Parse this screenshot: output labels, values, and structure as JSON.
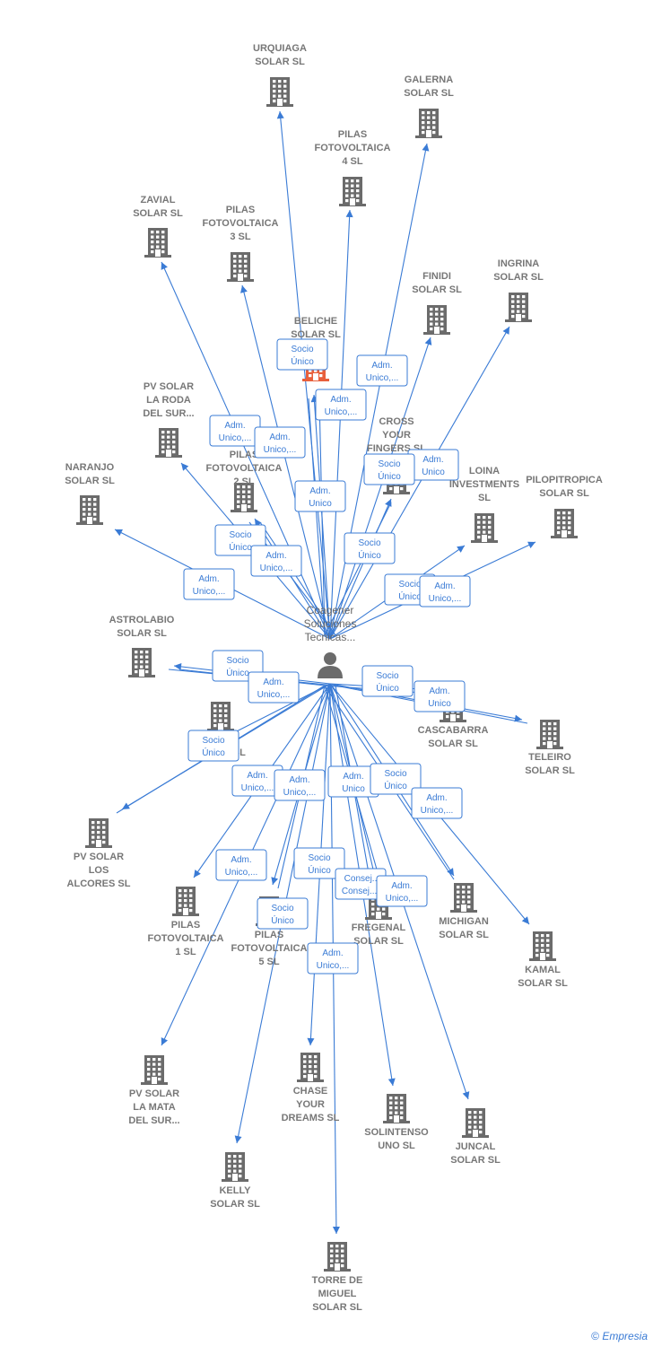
{
  "center": {
    "label_lines": [
      "Coagener",
      "Soluciones",
      "Tecnicas..."
    ],
    "icon": "person-icon"
  },
  "colors": {
    "edge": "#3a7bd5",
    "building": "#6b6b6b",
    "highlight": "#e8603c"
  },
  "nodes": [
    {
      "id": "urquiaga",
      "lines": [
        "URQUIAGA",
        "SOLAR  SL"
      ],
      "icon": "building-icon"
    },
    {
      "id": "galerna",
      "lines": [
        "GALERNA",
        "SOLAR  SL"
      ],
      "icon": "building-icon"
    },
    {
      "id": "pilas4",
      "lines": [
        "PILAS",
        "FOTOVOLTAICA",
        "4  SL"
      ],
      "icon": "building-icon"
    },
    {
      "id": "zavial",
      "lines": [
        "ZAVIAL",
        "SOLAR  SL"
      ],
      "icon": "building-icon"
    },
    {
      "id": "pilas3",
      "lines": [
        "PILAS",
        "FOTOVOLTAICA",
        "3  SL"
      ],
      "icon": "building-icon"
    },
    {
      "id": "finidi",
      "lines": [
        "FINIDI",
        "SOLAR  SL"
      ],
      "icon": "building-icon"
    },
    {
      "id": "ingrina",
      "lines": [
        "INGRINA",
        "SOLAR  SL"
      ],
      "icon": "building-icon"
    },
    {
      "id": "beliche",
      "lines": [
        "BELICHE",
        "SOLAR  SL"
      ],
      "icon": "building-icon",
      "highlight": true
    },
    {
      "id": "pvroda",
      "lines": [
        "PV SOLAR",
        "LA RODA",
        "DEL SUR..."
      ],
      "icon": "building-icon"
    },
    {
      "id": "cross",
      "lines": [
        "CROSS",
        "YOUR",
        "FINGERS  SL"
      ],
      "icon": "building-icon"
    },
    {
      "id": "pilas2",
      "lines": [
        "PILAS",
        "FOTOVOLTAICA",
        "2  SL"
      ],
      "icon": "building-icon"
    },
    {
      "id": "naranjo",
      "lines": [
        "NARANJO",
        "SOLAR  SL"
      ],
      "icon": "building-icon"
    },
    {
      "id": "loina",
      "lines": [
        "LOINA",
        "INVESTMENTS",
        "SL"
      ],
      "icon": "building-icon"
    },
    {
      "id": "pilopitropica",
      "lines": [
        "PILOPITROPICA",
        "SOLAR  SL"
      ],
      "icon": "building-icon"
    },
    {
      "id": "astrolabio",
      "lines": [
        "ASTROLABIO",
        "SOLAR  SL"
      ],
      "icon": "building-icon"
    },
    {
      "id": "palma",
      "lines": [
        "PALMA",
        "SOLAR  SL"
      ],
      "icon": "building-icon"
    },
    {
      "id": "cascabarra",
      "lines": [
        "CASCABARRA",
        "SOLAR  SL"
      ],
      "icon": "building-icon"
    },
    {
      "id": "teleiro",
      "lines": [
        "TELEIRO",
        "SOLAR  SL"
      ],
      "icon": "building-icon"
    },
    {
      "id": "pvalcores",
      "lines": [
        "PV SOLAR",
        "LOS",
        "ALCORES  SL"
      ],
      "icon": "building-icon"
    },
    {
      "id": "pilas1",
      "lines": [
        "PILAS",
        "FOTOVOLTAICA",
        "1  SL"
      ],
      "icon": "building-icon"
    },
    {
      "id": "pilas5",
      "lines": [
        "PILAS",
        "FOTOVOLTAICA",
        "5  SL"
      ],
      "icon": "building-icon"
    },
    {
      "id": "fregenal",
      "lines": [
        "FREGENAL",
        "SOLAR  SL"
      ],
      "icon": "building-icon"
    },
    {
      "id": "michigan",
      "lines": [
        "MICHIGAN",
        "SOLAR  SL"
      ],
      "icon": "building-icon"
    },
    {
      "id": "kamal",
      "lines": [
        "KAMAL",
        "SOLAR  SL"
      ],
      "icon": "building-icon"
    },
    {
      "id": "pvmata",
      "lines": [
        "PV SOLAR",
        "LA MATA",
        "DEL SUR..."
      ],
      "icon": "building-icon"
    },
    {
      "id": "chase",
      "lines": [
        "CHASE",
        "YOUR",
        "DREAMS  SL"
      ],
      "icon": "building-icon"
    },
    {
      "id": "solintenso",
      "lines": [
        "SOLINTENSO",
        "UNO  SL"
      ],
      "icon": "building-icon"
    },
    {
      "id": "juncal",
      "lines": [
        "JUNCAL",
        "SOLAR  SL"
      ],
      "icon": "building-icon"
    },
    {
      "id": "kelly",
      "lines": [
        "KELLY",
        "SOLAR  SL"
      ],
      "icon": "building-icon"
    },
    {
      "id": "torre",
      "lines": [
        "TORRE DE",
        "MIGUEL",
        "SOLAR SL"
      ],
      "icon": "building-icon"
    }
  ],
  "relations": [
    [
      "Socio",
      "Único"
    ],
    [
      "Adm.",
      "Unico,..."
    ],
    [
      "Adm.",
      "Unico,..."
    ],
    [
      "Adm.",
      "Unico,..."
    ],
    [
      "Adm.",
      "Unico,..."
    ],
    [
      "Socio",
      "Único"
    ],
    [
      "Adm.",
      "Unico"
    ],
    [
      "Adm.",
      "Unico"
    ],
    [
      "Socio",
      "Único"
    ],
    [
      "Adm.",
      "Unico,..."
    ],
    [
      "Socio",
      "Único"
    ],
    [
      "Adm.",
      "Unico,..."
    ],
    [
      "Socio",
      "Único"
    ],
    [
      "Adm.",
      "Unico,..."
    ],
    [
      "Socio",
      "Único"
    ],
    [
      "Adm.",
      "Unico,..."
    ],
    [
      "Socio",
      "Único"
    ],
    [
      "Adm.",
      "Unico"
    ],
    [
      "Socio",
      "Único"
    ],
    [
      "Adm.",
      "Unico,..."
    ],
    [
      "Adm.",
      "Unico,..."
    ],
    [
      "Adm.",
      "Unico"
    ],
    [
      "Socio",
      "Único"
    ],
    [
      "Adm.",
      "Unico,..."
    ],
    [
      "Adm.",
      "Unico,..."
    ],
    [
      "Socio",
      "Único"
    ],
    [
      "Consej..",
      "Consej...."
    ],
    [
      "Adm.",
      "Unico,..."
    ],
    [
      "Socio",
      "Único"
    ],
    [
      "Adm.",
      "Unico,..."
    ]
  ],
  "footer": {
    "copyright": "©",
    "brand": "Empresia"
  }
}
